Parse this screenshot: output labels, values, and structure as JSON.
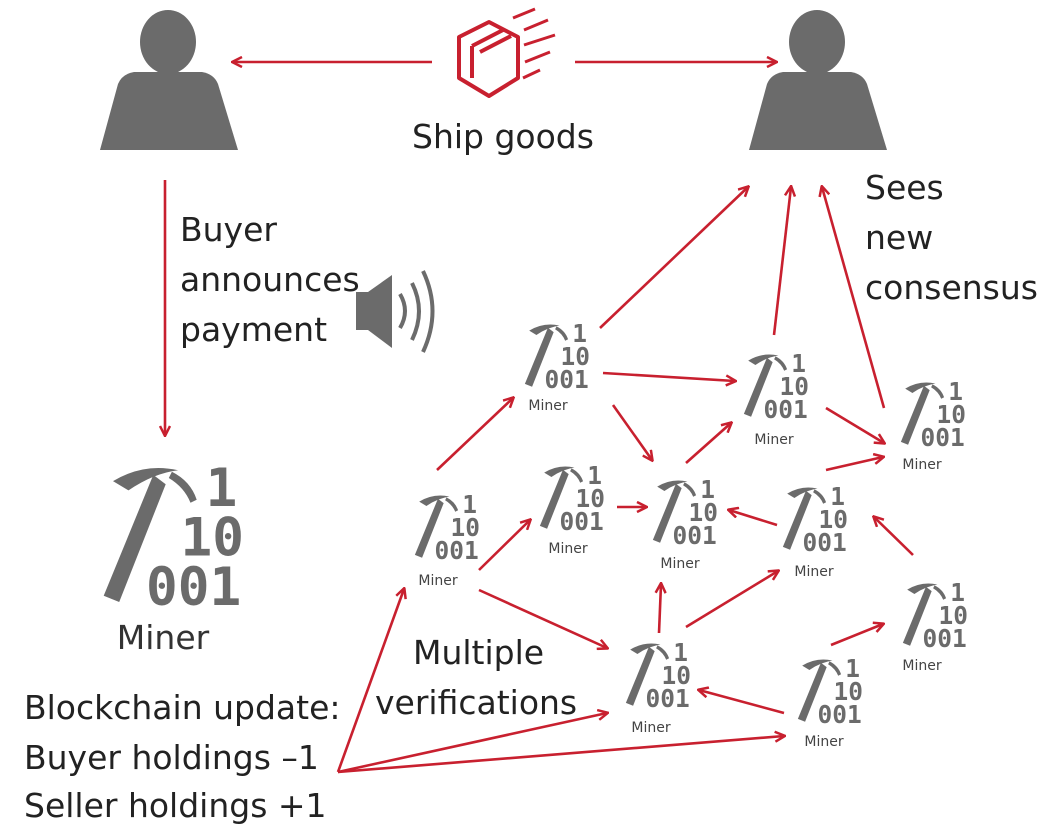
{
  "labels": {
    "ship_goods": "Ship goods",
    "buyer_announce": [
      "Buyer",
      "announces",
      "payment"
    ],
    "sees_consensus": [
      "Sees",
      "new",
      "consensus"
    ],
    "miner": "Miner",
    "multiple_verifications": [
      "Multiple",
      "verifications"
    ],
    "blockchain_update": [
      "Blockchain update:",
      "Buyer holdings –1",
      "Seller holdings +1"
    ]
  },
  "miner_glyph": {
    "bits": [
      "1",
      "10",
      "001"
    ]
  },
  "colors": {
    "arrow": "#c8202f",
    "icon": "#6b6b6b",
    "text": "#222222"
  },
  "icons": [
    "person-icon",
    "shipping-box-icon",
    "speaker-icon",
    "pickaxe-icon"
  ]
}
